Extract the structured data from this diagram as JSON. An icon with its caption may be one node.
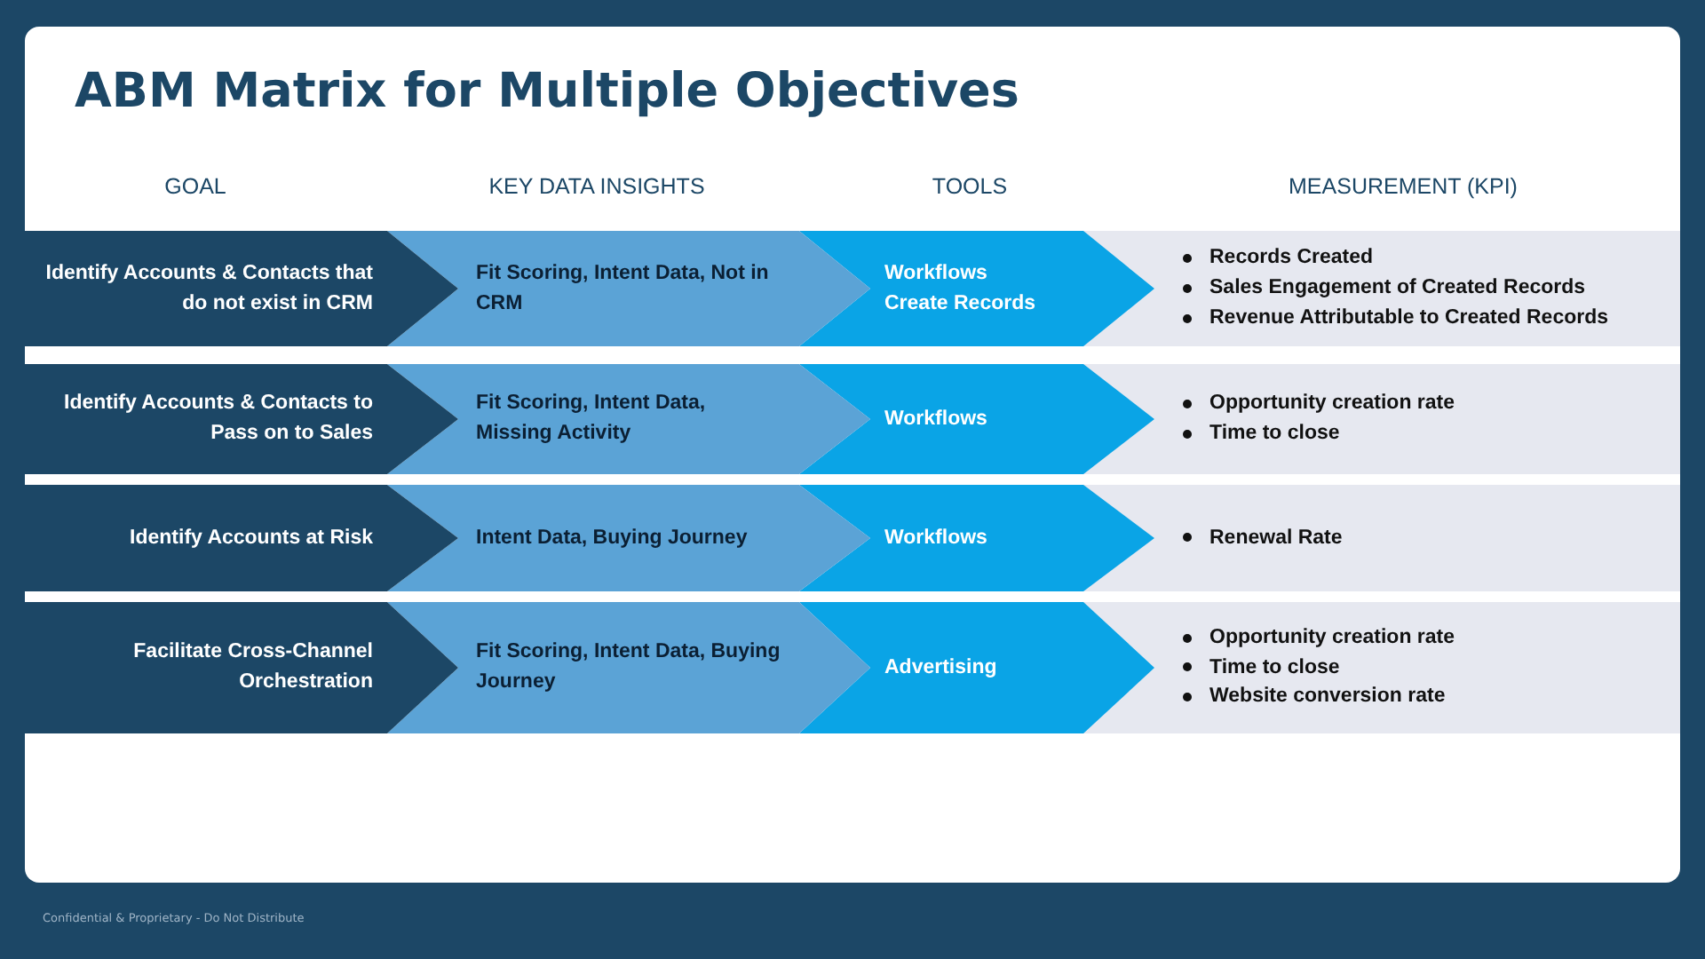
{
  "diagram": {
    "title": "ABM Matrix for Multiple Objectives",
    "nodes": [
      {
        "text": [
          "Identify Accounts & Contacts that do not exist in CRM"
        ]
      },
      {
        "text": [
          "Fit Scoring, Intent Data, Not in CRM"
        ]
      },
      {
        "text": [
          "Workflows",
          "Create Records"
        ]
      },
      {
        "text": [
          "Records Created",
          "Sales Engagement of Created Records",
          "Revenue Attributable to Created Records"
        ]
      },
      {
        "text": [
          "Identify Accounts & Contacts to Pass on to Sales"
        ]
      },
      {
        "text": [
          "Fit Scoring, Intent Data, Missing Activity"
        ]
      },
      {
        "text": [
          "Workflows"
        ]
      },
      {
        "text": [
          "Opportunity creation rate",
          "Time to close"
        ]
      },
      {
        "text": [
          "Identify Accounts at Risk"
        ]
      },
      {
        "text": [
          "Intent Data, Buying Journey"
        ]
      },
      {
        "text": [
          "Workflows"
        ]
      },
      {
        "text": [
          "Renewal Rate"
        ]
      },
      {
        "text": [
          "Facilitate Cross-Channel Orchestration"
        ]
      },
      {
        "text": [
          "Fit Scoring, Intent Data, Buying Journey"
        ]
      },
      {
        "text": [
          "Advertising"
        ]
      },
      {
        "text": [
          "Opportunity creation rate",
          "Time to close",
          "Website conversion rate"
        ]
      }
    ],
    "labels": [
      "GOAL",
      "KEY DATA INSIGHTS",
      "TOOLS",
      "MEASUREMENT (KPI)",
      "Confidential & Proprietary - Do Not Distribute"
    ]
  }
}
